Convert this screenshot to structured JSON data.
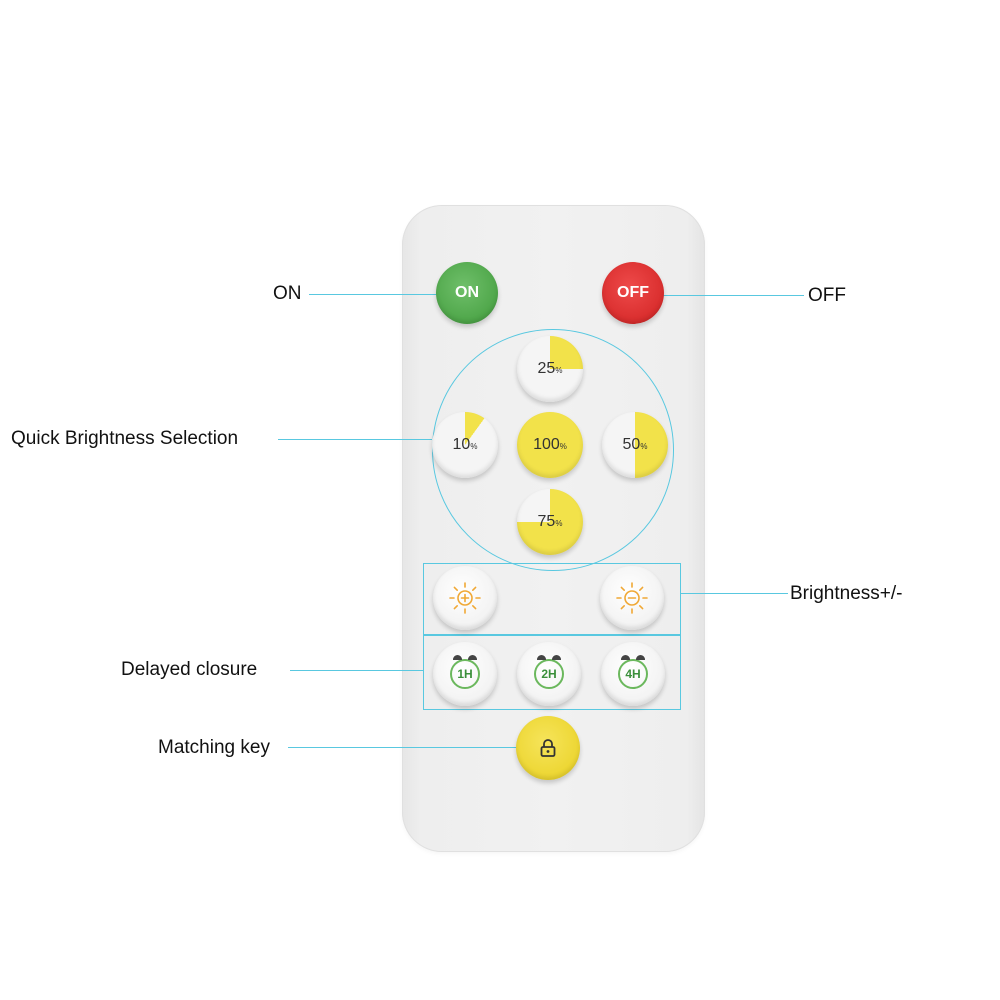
{
  "labels": {
    "on": "ON",
    "off": "OFF",
    "quick_brightness": "Quick Brightness Selection",
    "brightness_pm": "Brightness+/-",
    "delayed_closure": "Delayed closure",
    "matching_key": "Matching key"
  },
  "buttons": {
    "on": "ON",
    "off": "OFF",
    "b25": "25",
    "b10": "10",
    "b100": "100",
    "b50": "50",
    "b75": "75",
    "pct_sign": "%",
    "t1": "1H",
    "t2": "2H",
    "t4": "4H"
  },
  "colors": {
    "on": "#4ea649",
    "off": "#d92d2d",
    "accent_line": "#59c8e0",
    "brightness_yellow": "#f2e24a",
    "sun_icon": "#f0a835",
    "timer_green": "#6bb85d"
  },
  "icons": {
    "brightness_up": "sun-plus-icon",
    "brightness_down": "sun-minus-icon",
    "timer": "alarm-clock-icon",
    "matching": "padlock-icon"
  }
}
